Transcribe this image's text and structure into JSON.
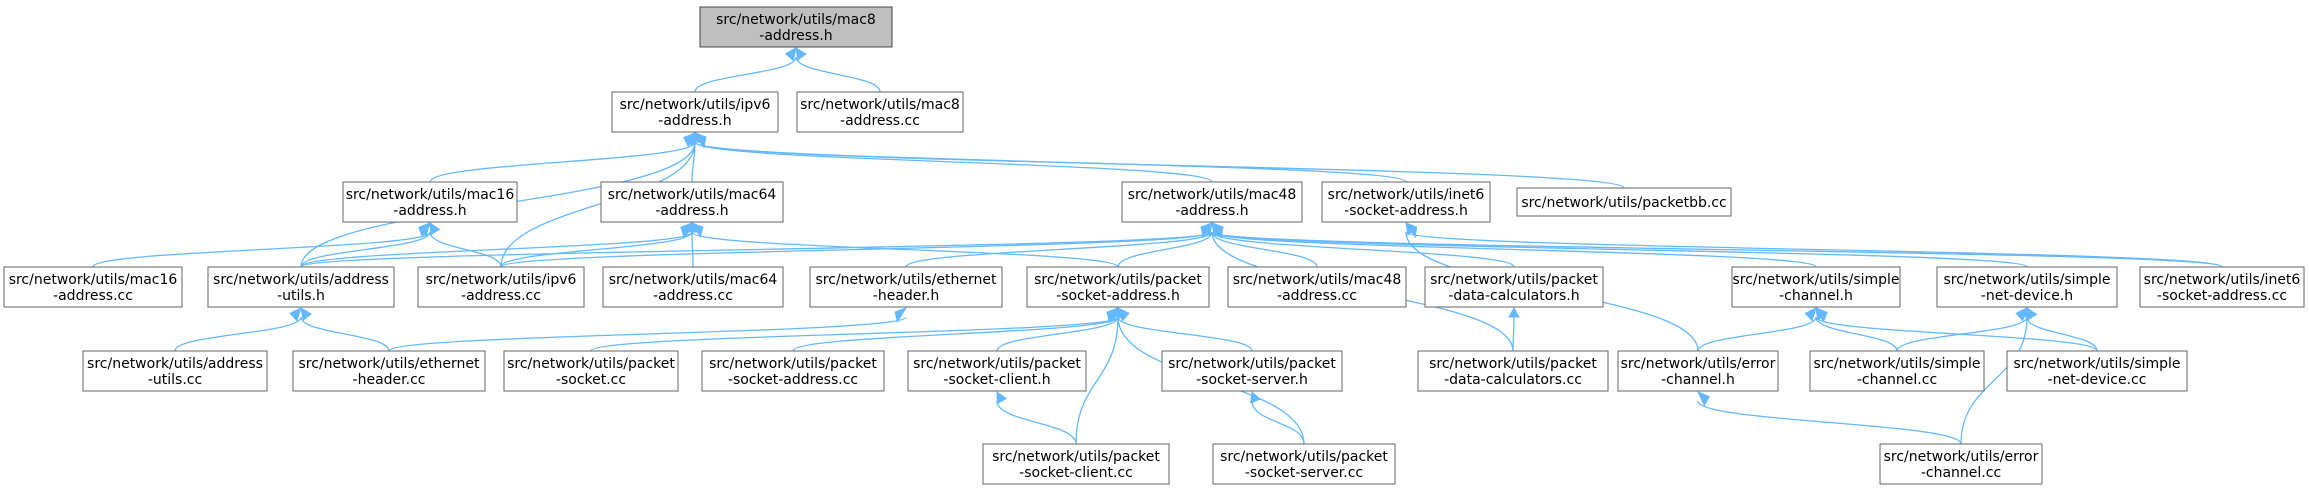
{
  "graph": {
    "root": "n_mac8_h",
    "nodes": [
      {
        "id": "n_mac8_h",
        "lines": [
          "src/network/utils/mac8",
          "-address.h"
        ]
      },
      {
        "id": "n_ipv6_h",
        "lines": [
          "src/network/utils/ipv6",
          "-address.h"
        ]
      },
      {
        "id": "n_mac8_cc",
        "lines": [
          "src/network/utils/mac8",
          "-address.cc"
        ]
      },
      {
        "id": "n_mac16_h",
        "lines": [
          "src/network/utils/mac16",
          "-address.h"
        ]
      },
      {
        "id": "n_mac64_h",
        "lines": [
          "src/network/utils/mac64",
          "-address.h"
        ]
      },
      {
        "id": "n_mac48_h",
        "lines": [
          "src/network/utils/mac48",
          "-address.h"
        ]
      },
      {
        "id": "n_inet6_h",
        "lines": [
          "src/network/utils/inet6",
          "-socket-address.h"
        ]
      },
      {
        "id": "n_packetbb_cc",
        "lines": [
          "src/network/utils/packetbb.cc"
        ]
      },
      {
        "id": "n_mac16_cc",
        "lines": [
          "src/network/utils/mac16",
          "-address.cc"
        ]
      },
      {
        "id": "n_addrutils_h",
        "lines": [
          "src/network/utils/address",
          "-utils.h"
        ]
      },
      {
        "id": "n_ipv6_cc",
        "lines": [
          "src/network/utils/ipv6",
          "-address.cc"
        ]
      },
      {
        "id": "n_mac64_cc",
        "lines": [
          "src/network/utils/mac64",
          "-address.cc"
        ]
      },
      {
        "id": "n_ethernet_h",
        "lines": [
          "src/network/utils/ethernet",
          "-header.h"
        ]
      },
      {
        "id": "n_psa_h",
        "lines": [
          "src/network/utils/packet",
          "-socket-address.h"
        ]
      },
      {
        "id": "n_mac48_cc",
        "lines": [
          "src/network/utils/mac48",
          "-address.cc"
        ]
      },
      {
        "id": "n_pdc_h",
        "lines": [
          "src/network/utils/packet",
          "-data-calculators.h"
        ]
      },
      {
        "id": "n_sch_h",
        "lines": [
          "src/network/utils/simple",
          "-channel.h"
        ]
      },
      {
        "id": "n_snd_h",
        "lines": [
          "src/network/utils/simple",
          "-net-device.h"
        ]
      },
      {
        "id": "n_inet6_cc",
        "lines": [
          "src/network/utils/inet6",
          "-socket-address.cc"
        ]
      },
      {
        "id": "n_addrutils_cc",
        "lines": [
          "src/network/utils/address",
          "-utils.cc"
        ]
      },
      {
        "id": "n_ethernet_cc",
        "lines": [
          "src/network/utils/ethernet",
          "-header.cc"
        ]
      },
      {
        "id": "n_ps_cc",
        "lines": [
          "src/network/utils/packet",
          "-socket.cc"
        ]
      },
      {
        "id": "n_psa_cc",
        "lines": [
          "src/network/utils/packet",
          "-socket-address.cc"
        ]
      },
      {
        "id": "n_psclient_h",
        "lines": [
          "src/network/utils/packet",
          "-socket-client.h"
        ]
      },
      {
        "id": "n_psserver_h",
        "lines": [
          "src/network/utils/packet",
          "-socket-server.h"
        ]
      },
      {
        "id": "n_pdc_cc",
        "lines": [
          "src/network/utils/packet",
          "-data-calculators.cc"
        ]
      },
      {
        "id": "n_errch_h",
        "lines": [
          "src/network/utils/error",
          "-channel.h"
        ]
      },
      {
        "id": "n_sch_cc",
        "lines": [
          "src/network/utils/simple",
          "-channel.cc"
        ]
      },
      {
        "id": "n_snd_cc",
        "lines": [
          "src/network/utils/simple",
          "-net-device.cc"
        ]
      },
      {
        "id": "n_psclient_cc",
        "lines": [
          "src/network/utils/packet",
          "-socket-client.cc"
        ]
      },
      {
        "id": "n_psserver_cc",
        "lines": [
          "src/network/utils/packet",
          "-socket-server.cc"
        ]
      },
      {
        "id": "n_errch_cc",
        "lines": [
          "src/network/utils/error",
          "-channel.cc"
        ]
      }
    ],
    "edges": [
      [
        "n_mac8_h",
        "n_ipv6_h"
      ],
      [
        "n_mac8_h",
        "n_mac8_cc"
      ],
      [
        "n_ipv6_h",
        "n_mac16_h"
      ],
      [
        "n_ipv6_h",
        "n_mac64_h"
      ],
      [
        "n_ipv6_h",
        "n_mac48_h"
      ],
      [
        "n_ipv6_h",
        "n_inet6_h"
      ],
      [
        "n_ipv6_h",
        "n_packetbb_cc"
      ],
      [
        "n_ipv6_h",
        "n_addrutils_h"
      ],
      [
        "n_ipv6_h",
        "n_ipv6_cc"
      ],
      [
        "n_mac16_h",
        "n_mac16_cc"
      ],
      [
        "n_mac16_h",
        "n_addrutils_h"
      ],
      [
        "n_mac16_h",
        "n_ipv6_cc"
      ],
      [
        "n_mac64_h",
        "n_addrutils_h"
      ],
      [
        "n_mac64_h",
        "n_ipv6_cc"
      ],
      [
        "n_mac64_h",
        "n_mac64_cc"
      ],
      [
        "n_mac64_h",
        "n_psa_h"
      ],
      [
        "n_mac48_h",
        "n_addrutils_h"
      ],
      [
        "n_mac48_h",
        "n_ipv6_cc"
      ],
      [
        "n_mac48_h",
        "n_ethernet_h"
      ],
      [
        "n_mac48_h",
        "n_psa_h"
      ],
      [
        "n_mac48_h",
        "n_mac48_cc"
      ],
      [
        "n_mac48_h",
        "n_pdc_h"
      ],
      [
        "n_mac48_h",
        "n_pdc_cc"
      ],
      [
        "n_mac48_h",
        "n_sch_h"
      ],
      [
        "n_mac48_h",
        "n_snd_h"
      ],
      [
        "n_mac48_h",
        "n_inet6_cc"
      ],
      [
        "n_inet6_h",
        "n_inet6_cc"
      ],
      [
        "n_inet6_h",
        "n_errch_h"
      ],
      [
        "n_addrutils_h",
        "n_addrutils_cc"
      ],
      [
        "n_addrutils_h",
        "n_ethernet_cc"
      ],
      [
        "n_ethernet_h",
        "n_ethernet_cc"
      ],
      [
        "n_psa_h",
        "n_ps_cc"
      ],
      [
        "n_psa_h",
        "n_psa_cc"
      ],
      [
        "n_psa_h",
        "n_psclient_h"
      ],
      [
        "n_psa_h",
        "n_psserver_h"
      ],
      [
        "n_psa_h",
        "n_psclient_cc"
      ],
      [
        "n_psa_h",
        "n_psserver_cc"
      ],
      [
        "n_psclient_h",
        "n_psclient_cc"
      ],
      [
        "n_psserver_h",
        "n_psserver_cc"
      ],
      [
        "n_pdc_h",
        "n_pdc_cc"
      ],
      [
        "n_sch_h",
        "n_errch_h"
      ],
      [
        "n_sch_h",
        "n_sch_cc"
      ],
      [
        "n_sch_h",
        "n_snd_cc"
      ],
      [
        "n_snd_h",
        "n_sch_cc"
      ],
      [
        "n_snd_h",
        "n_snd_cc"
      ],
      [
        "n_snd_h",
        "n_errch_cc"
      ],
      [
        "n_errch_h",
        "n_errch_cc"
      ]
    ],
    "colors": {
      "edge": "#63b8ff",
      "root_fill": "#bfbfbf",
      "node_border": "#666666"
    }
  }
}
